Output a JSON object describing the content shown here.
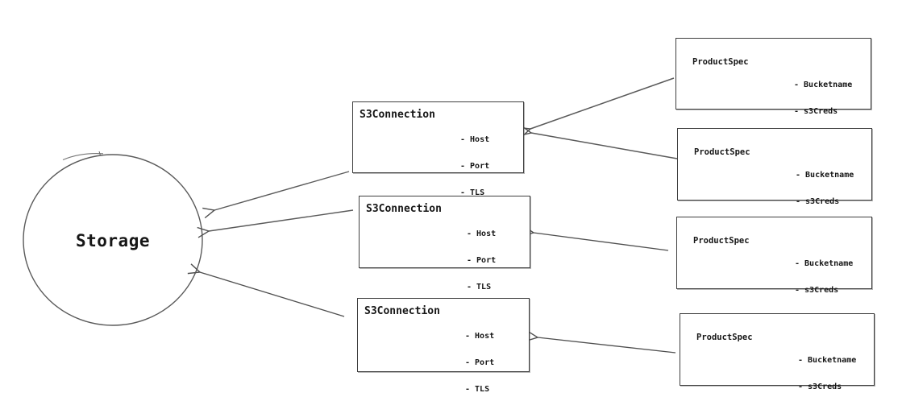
{
  "diagram": {
    "storage": {
      "label": "Storage"
    },
    "s3_connections": [
      {
        "title": "S3Connection",
        "attributes": [
          "- Host",
          "- Port",
          "- TLS"
        ]
      },
      {
        "title": "S3Connection",
        "attributes": [
          "- Host",
          "- Port",
          "- TLS"
        ]
      },
      {
        "title": "S3Connection",
        "attributes": [
          "- Host",
          "- Port",
          "- TLS"
        ]
      }
    ],
    "product_specs": [
      {
        "title": "ProductSpec",
        "attributes": [
          "- Bucketname",
          "- s3Creds"
        ]
      },
      {
        "title": "ProductSpec",
        "attributes": [
          "- Bucketname",
          "- s3Creds"
        ]
      },
      {
        "title": "ProductSpec",
        "attributes": [
          "- Bucketname",
          "- s3Creds"
        ]
      },
      {
        "title": "ProductSpec",
        "attributes": [
          "- Bucketname",
          "- s3Creds"
        ]
      }
    ],
    "edges": [
      {
        "from": "s3-connection-1",
        "to": "storage"
      },
      {
        "from": "s3-connection-2",
        "to": "storage"
      },
      {
        "from": "s3-connection-3",
        "to": "storage"
      },
      {
        "from": "product-spec-1",
        "to": "s3-connection-1"
      },
      {
        "from": "product-spec-2",
        "to": "s3-connection-1"
      },
      {
        "from": "product-spec-3",
        "to": "s3-connection-2"
      },
      {
        "from": "product-spec-4",
        "to": "s3-connection-3"
      }
    ],
    "colors": {
      "stroke": "#4f4f4f",
      "text": "#161616",
      "background": "#ffffff"
    }
  }
}
